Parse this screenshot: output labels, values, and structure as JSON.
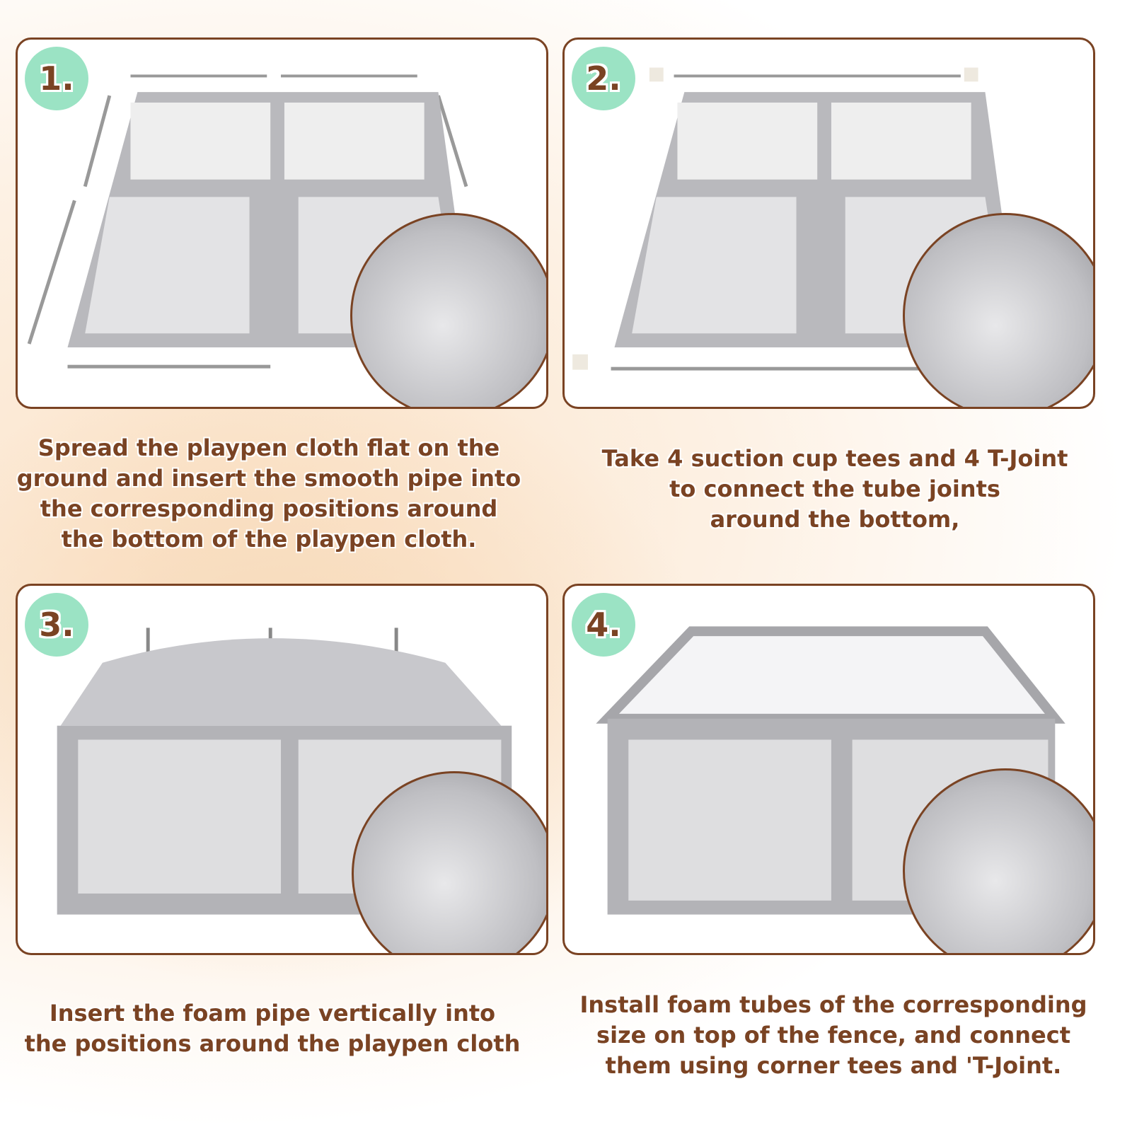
{
  "steps": [
    {
      "number": "1.",
      "caption": [
        "Spread the playpen cloth flat on the",
        "ground and insert the smooth pipe into",
        "the corresponding positions around",
        "the bottom of the playpen cloth."
      ]
    },
    {
      "number": "2.",
      "caption": [
        "Take 4 suction cup tees and 4 T-Joint",
        "to connect the tube joints",
        "around the bottom,"
      ]
    },
    {
      "number": "3.",
      "caption": [
        "Insert the foam pipe vertically into",
        "the positions around the playpen cloth"
      ]
    },
    {
      "number": "4.",
      "caption": [
        "Install foam tubes of the corresponding",
        "size on top of the fence, and connect",
        "them using corner tees and 'T-Joint."
      ]
    }
  ],
  "colors": {
    "badge": "#9be3c4",
    "text": "#7a4323",
    "border": "#7a4323"
  }
}
